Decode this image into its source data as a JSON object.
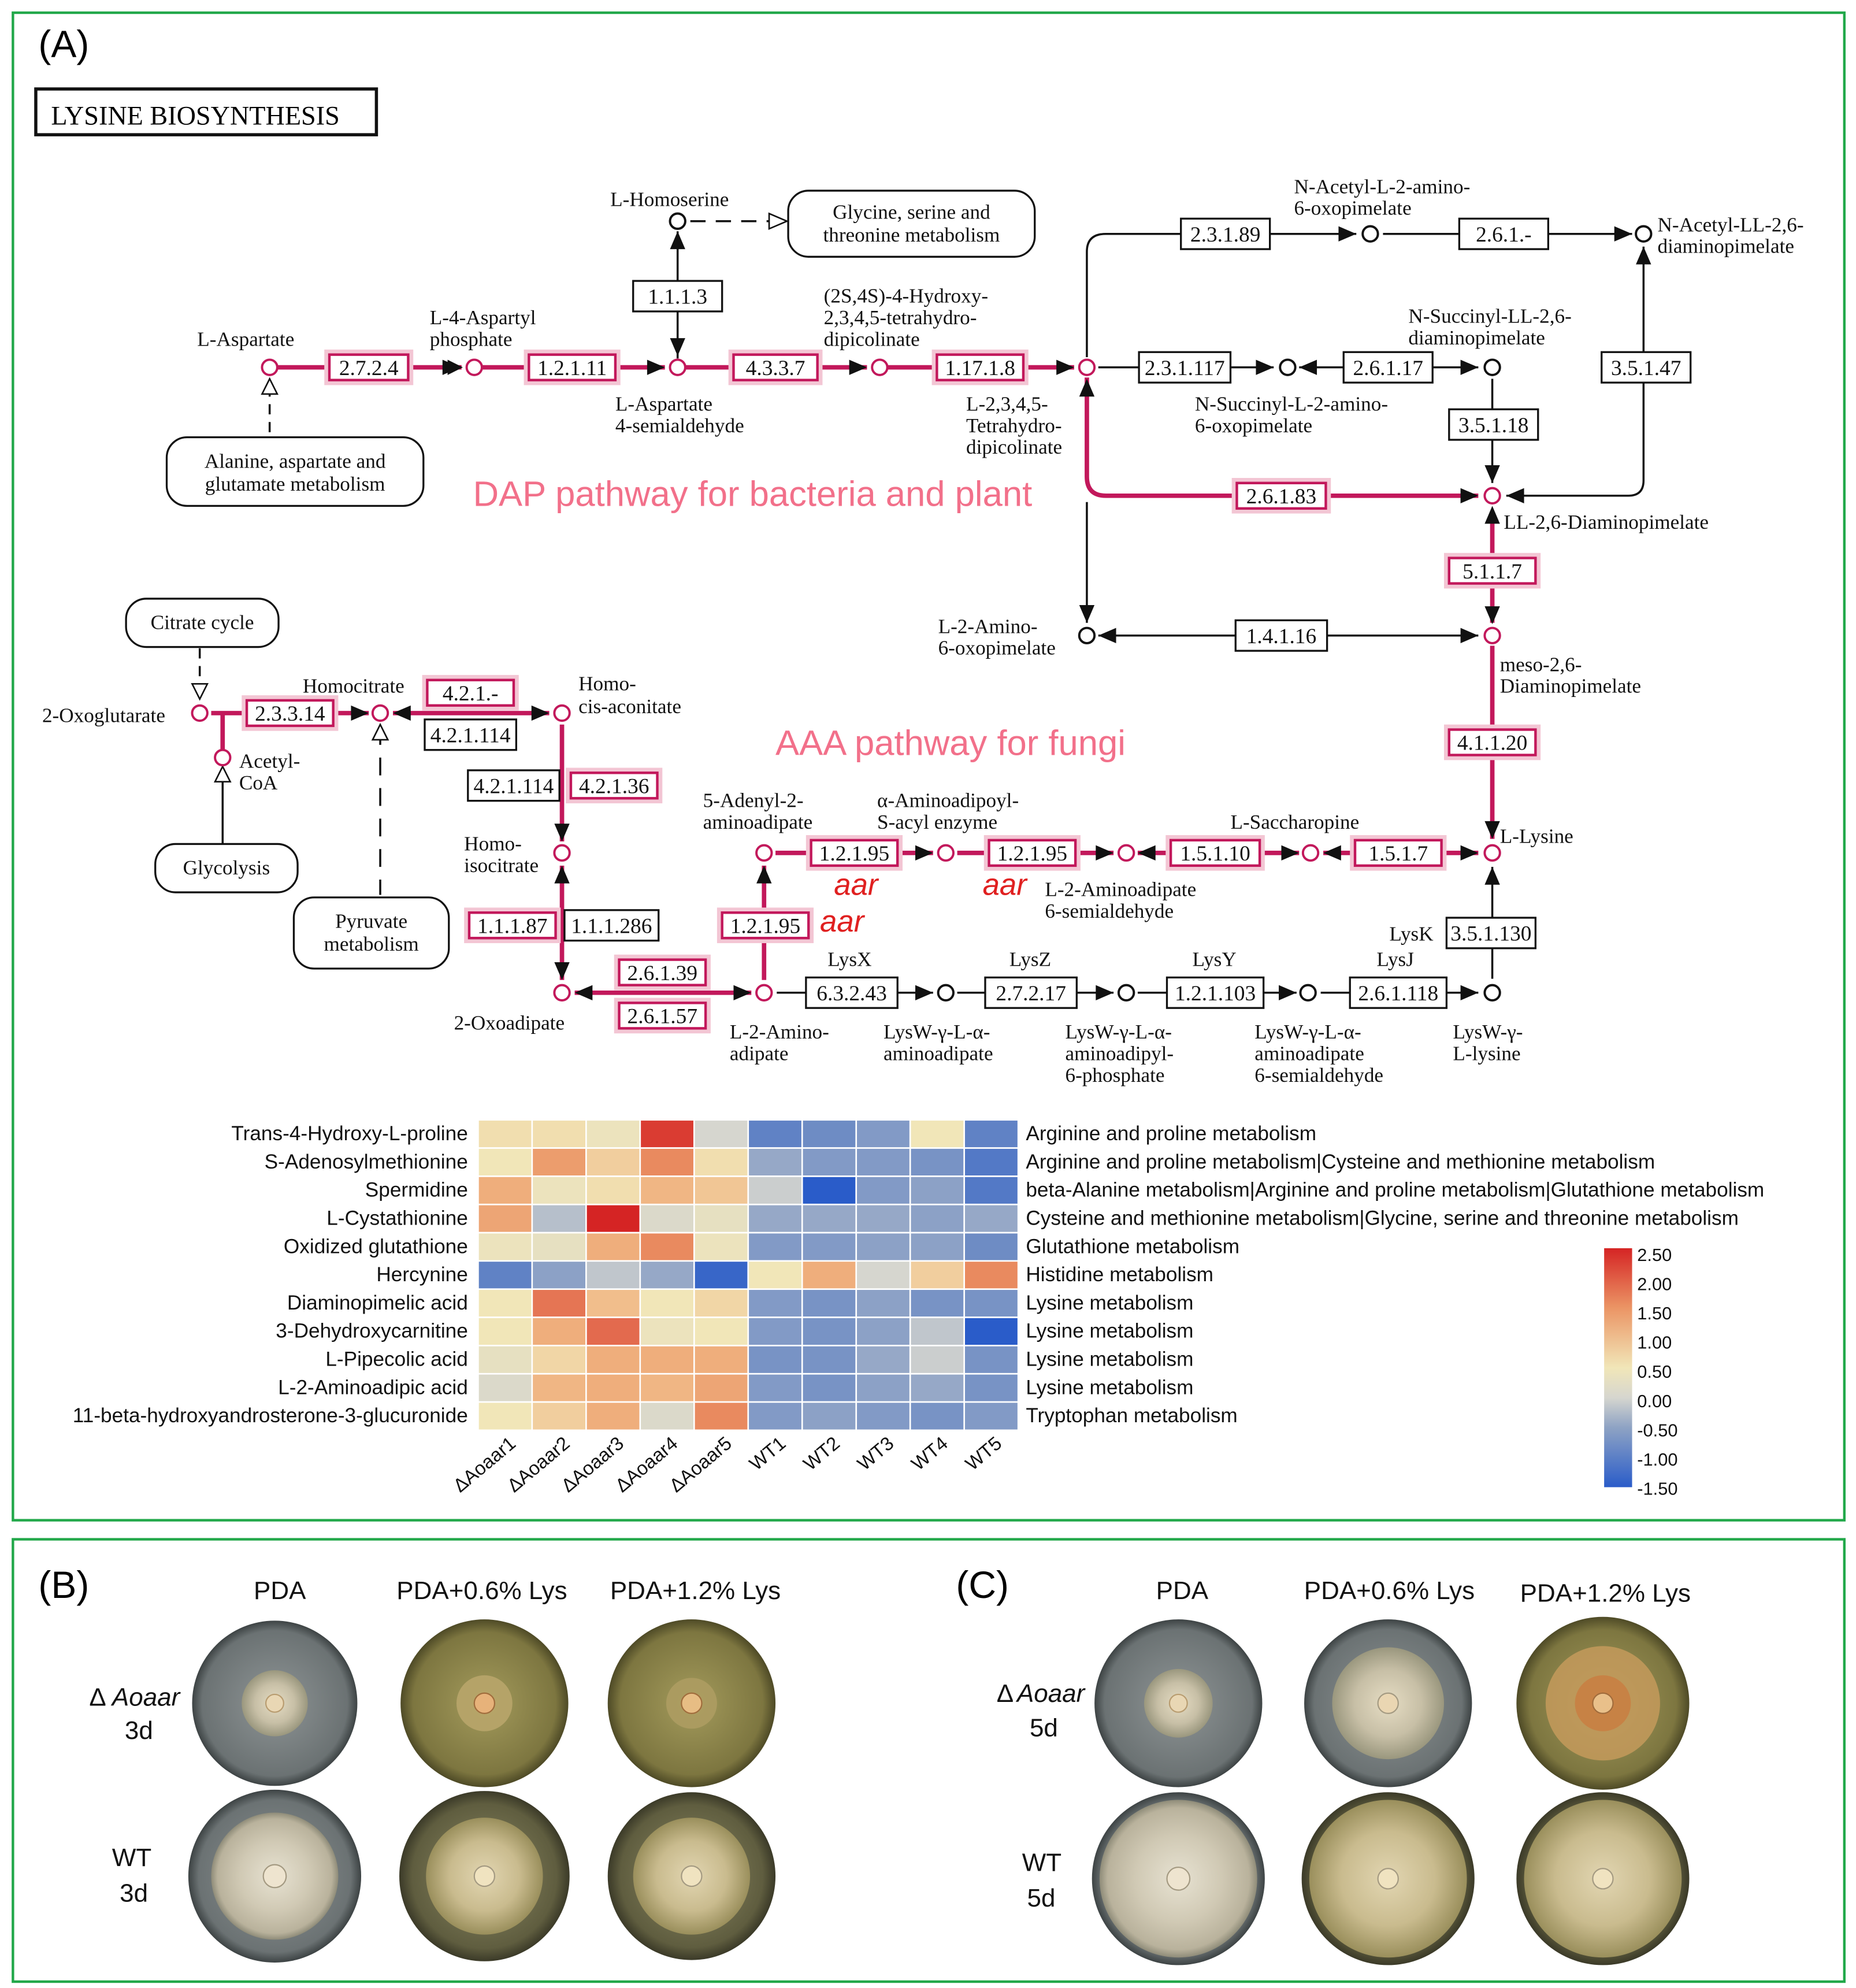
{
  "panel_a": {
    "panel_label": "(A)",
    "title": "LYSINE BIOSYNTHESIS",
    "dap_label": "DAP pathway for bacteria and plant",
    "aaa_label": "AAA pathway for fungi",
    "gene_label": "aar",
    "compounds": {
      "l_aspartate": "L-Aspartate",
      "l4ap_1": "L-4-Aspartyl",
      "l4ap_2": "phosphate",
      "homoserine": "L-Homoserine",
      "asa_1": "L-Aspartate",
      "asa_2": "4-semialdehyde",
      "htpa_1": "(2S,4S)-4-Hydroxy-",
      "htpa_2": "2,3,4,5-tetrahydro-",
      "htpa_2b": "dipicolinate",
      "thdp_1": "L-2,3,4,5-",
      "thdp_2": "Tetrahydro-",
      "thdp_3": "dipicolinate",
      "nac_1": "N-Acetyl-L-2-amino-",
      "nac_2": "6-oxopimelate",
      "nacll_1": "N-Acetyl-LL-2,6-",
      "nacll_2": "diaminopimelate",
      "nsucll_1": "N-Succinyl-LL-2,6-",
      "nsucll_2": "diaminopimelate",
      "nsuc_1": "N-Succinyl-L-2-amino-",
      "nsuc_2": "6-oxopimelate",
      "lldap": "LL-2,6-Diaminopimelate",
      "l2amino_1": "L-2-Amino-",
      "l2amino_2": "6-oxopimelate",
      "mesodap_1": "meso-2,6-",
      "mesodap_2": "Diaminopimelate",
      "lysine": "L-Lysine",
      "oxoglutarate": "2-Oxoglutarate",
      "homocitrate": "Homocitrate",
      "homocis_1": "Homo-",
      "homocis_2": "cis-aconitate",
      "acetylcoa_1": "Acetyl-",
      "acetylcoa_2": "CoA",
      "homoiso_1": "Homo-",
      "homoiso_2": "isocitrate",
      "oxoadipate": "2-Oxoadipate",
      "aminoadipate_1": "L-2-Amino-",
      "aminoadipate_2": "adipate",
      "adenyl_1": "5-Adenyl-2-",
      "adenyl_2": "aminoadipate",
      "aminoadipoyl_1": "α-Aminoadipoyl-",
      "aminoadipoyl_2": "S-acyl enzyme",
      "semiald_1": "L-2-Aminoadipate",
      "semiald_2": "6-semialdehyde",
      "saccharopine": "L-Saccharopine",
      "lysw_aa_1": "LysW-γ-L-α-",
      "lysw_aa_2": "aminoadipate",
      "lysw_p_1": "LysW-γ-L-α-",
      "lysw_p_2": "aminoadipyl-",
      "lysw_p_3": "6-phosphate",
      "lysw_s_1": "LysW-γ-L-α-",
      "lysw_s_2": "aminoadipate",
      "lysw_s_3": "6-semialdehyde",
      "lysw_lys_1": "LysW-γ-",
      "lysw_lys_2": "L-lysine",
      "lysx": "LysX",
      "lysz": "LysZ",
      "lysy": "LysY",
      "lysj": "LysJ",
      "lysk": "LysK"
    },
    "maps": {
      "gly_1": "Glycine, serine and",
      "gly_2": "threonine metabolism",
      "ala_1": "Alanine, aspartate and",
      "ala_2": "glutamate metabolism",
      "citrate": "Citrate cycle",
      "glycolysis": "Glycolysis",
      "pyr_1": "Pyruvate",
      "pyr_2": "metabolism"
    },
    "enzymes": {
      "e2724": "2.7.2.4",
      "e12111": "1.2.1.11",
      "e1113": "1.1.1.3",
      "e4337": "4.3.3.7",
      "e11718": "1.17.1.8",
      "e23189": "2.3.1.89",
      "e261": "2.6.1.-",
      "e231117": "2.3.1.117",
      "e26117": "2.6.1.17",
      "e35147": "3.5.1.47",
      "e35118": "3.5.1.18",
      "e26183": "2.6.1.83",
      "e5117": "5.1.1.7",
      "e14116": "1.4.1.16",
      "e41120": "4.1.1.20",
      "e23314": "2.3.3.14",
      "e421": "4.2.1.-",
      "e421114a": "4.2.1.114",
      "e421114b": "4.2.1.114",
      "e42136": "4.2.1.36",
      "e11187": "1.1.1.87",
      "e111286": "1.1.1.286",
      "e26139": "2.6.1.39",
      "e26157": "2.6.1.57",
      "e12195a": "1.2.1.95",
      "e12195b": "1.2.1.95",
      "e12195c": "1.2.1.95",
      "e15110": "1.5.1.10",
      "e1517": "1.5.1.7",
      "e351130": "3.5.1.130",
      "e63243": "6.3.2.43",
      "e27217": "2.7.2.17",
      "e121103": "1.2.1.103",
      "e261118": "2.6.1.118"
    },
    "heatmap": {
      "rows": [
        {
          "name": "Trans-4-Hydroxy-L-proline",
          "pathway": "Arginine and proline metabolism",
          "values": [
            0.6,
            0.6,
            0.4,
            2.3,
            0.0,
            -1.1,
            -1.0,
            -0.8,
            0.5,
            -1.1
          ]
        },
        {
          "name": "S-Adenosylmethionine",
          "pathway": "Arginine and proline metabolism|Cysteine and methionine metabolism",
          "values": [
            0.5,
            1.4,
            0.8,
            1.6,
            0.6,
            -0.6,
            -0.8,
            -0.8,
            -0.9,
            -1.2
          ]
        },
        {
          "name": "Spermidine",
          "pathway": "beta-Alanine metabolism|Arginine and proline metabolism|Glutathione metabolism",
          "values": [
            1.2,
            0.4,
            0.6,
            1.1,
            0.9,
            -0.1,
            -1.5,
            -0.8,
            -0.7,
            -1.2
          ]
        },
        {
          "name": "L-Cystathionine",
          "pathway": "Cysteine and methionine metabolism|Glycine, serine and threonine metabolism",
          "values": [
            1.3,
            -0.3,
            2.5,
            0.1,
            0.3,
            -0.6,
            -0.6,
            -0.6,
            -0.7,
            -0.6
          ]
        },
        {
          "name": "Oxidized glutathione",
          "pathway": "Glutathione metabolism",
          "values": [
            0.4,
            0.3,
            1.2,
            1.6,
            0.4,
            -0.8,
            -0.8,
            -0.7,
            -0.7,
            -1.0
          ]
        },
        {
          "name": "Hercynine",
          "pathway": "Histidine metabolism",
          "values": [
            -1.1,
            -0.7,
            -0.2,
            -0.6,
            -1.4,
            0.5,
            1.2,
            0.0,
            0.8,
            1.6
          ]
        },
        {
          "name": "Diaminopimelic acid",
          "pathway": "Lysine metabolism",
          "values": [
            0.5,
            1.8,
            1.0,
            0.5,
            0.7,
            -0.8,
            -0.9,
            -0.7,
            -0.9,
            -0.9
          ]
        },
        {
          "name": "3-Dehydroxycarnitine",
          "pathway": "Lysine metabolism",
          "values": [
            0.5,
            1.2,
            1.9,
            0.4,
            0.5,
            -0.8,
            -0.9,
            -0.7,
            -0.2,
            -1.5
          ]
        },
        {
          "name": "L-Pipecolic acid",
          "pathway": "Lysine metabolism",
          "values": [
            0.3,
            0.7,
            1.2,
            1.2,
            1.2,
            -0.9,
            -0.9,
            -0.6,
            -0.1,
            -0.9
          ]
        },
        {
          "name": "L-2-Aminoadipic acid",
          "pathway": "Lysine metabolism",
          "values": [
            0.1,
            1.1,
            1.2,
            1.1,
            1.3,
            -0.8,
            -0.9,
            -0.7,
            -0.6,
            -0.9
          ]
        },
        {
          "name": "11-beta-hydroxyandrosterone-3-glucuronide",
          "pathway": "Tryptophan metabolism",
          "values": [
            0.5,
            0.8,
            1.2,
            0.1,
            1.6,
            -0.8,
            -0.7,
            -0.8,
            -0.9,
            -0.8
          ]
        }
      ],
      "columns": [
        "ΔAoaar1",
        "ΔAoaar2",
        "ΔAoaar3",
        "ΔAoaar4",
        "ΔAoaar5",
        "WT1",
        "WT2",
        "WT3",
        "WT4",
        "WT5"
      ],
      "scale_ticks": [
        "2.50",
        "2.00",
        "1.50",
        "1.00",
        "0.50",
        "0.00",
        "-0.50",
        "-1.00",
        "-1.50"
      ]
    }
  },
  "panel_b": {
    "panel_label": "(B)",
    "col_labels": [
      "PDA",
      "PDA+0.6% Lys",
      "PDA+1.2% Lys"
    ],
    "row1_a": "Δ",
    "row1_b": "Aoaar",
    "row1_c": "3d",
    "row2_a": "WT",
    "row2_b": "3d"
  },
  "panel_c": {
    "panel_label": "(C)",
    "col_labels": [
      "PDA",
      "PDA+0.6% Lys",
      "PDA+1.2% Lys"
    ],
    "row1_a": "Δ",
    "row1_b": "Aoaar",
    "row1_c": "5d",
    "row2_a": "WT",
    "row2_b": "5d"
  },
  "colors": {
    "frame": "#22a84a",
    "highlight": "#c2185b",
    "highlight_fill": "#f3c6d4",
    "pathway_label": "#f2708a",
    "gene": "#e02020"
  }
}
